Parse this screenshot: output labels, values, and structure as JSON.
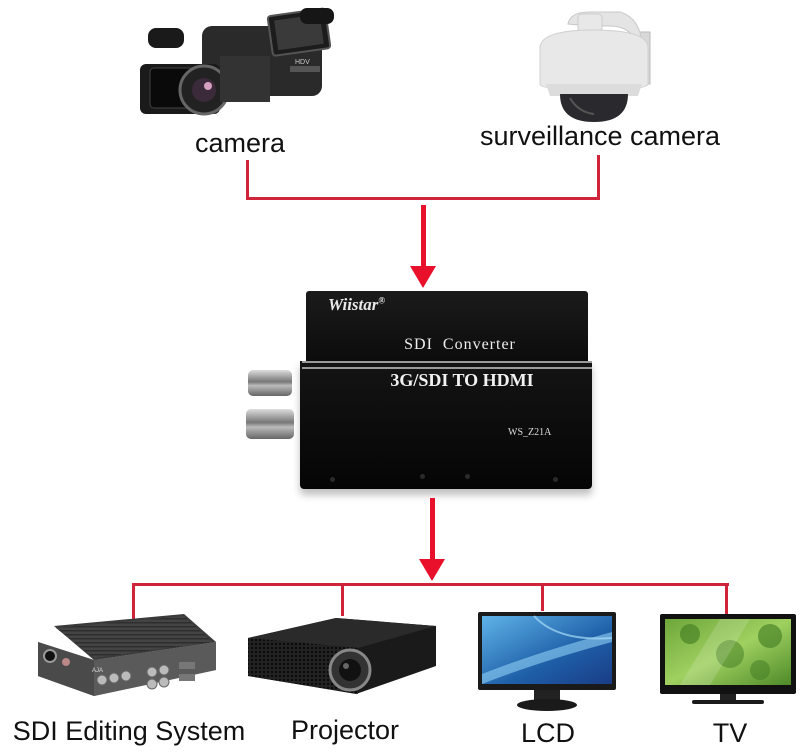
{
  "diagram": {
    "inputs": [
      {
        "label": "camera",
        "icon": "video-camera-icon"
      },
      {
        "label": "surveillance camera",
        "icon": "dome-camera-icon"
      }
    ],
    "converter": {
      "brand": "Wiistar",
      "registered_mark": "®",
      "title": "SDI  Converter",
      "subtitle": "3G/SDI TO HDMI",
      "model": "WS_Z21A"
    },
    "outputs": [
      {
        "label": "SDI Editing System",
        "icon": "sdi-editing-box-icon"
      },
      {
        "label": "Projector",
        "icon": "projector-icon"
      },
      {
        "label": "LCD",
        "icon": "lcd-monitor-icon"
      },
      {
        "label": "TV",
        "icon": "tv-icon"
      }
    ],
    "colors": {
      "connector_line": "#d0243a",
      "arrow": "#e8102a",
      "text": "#111111",
      "background": "#ffffff"
    }
  }
}
